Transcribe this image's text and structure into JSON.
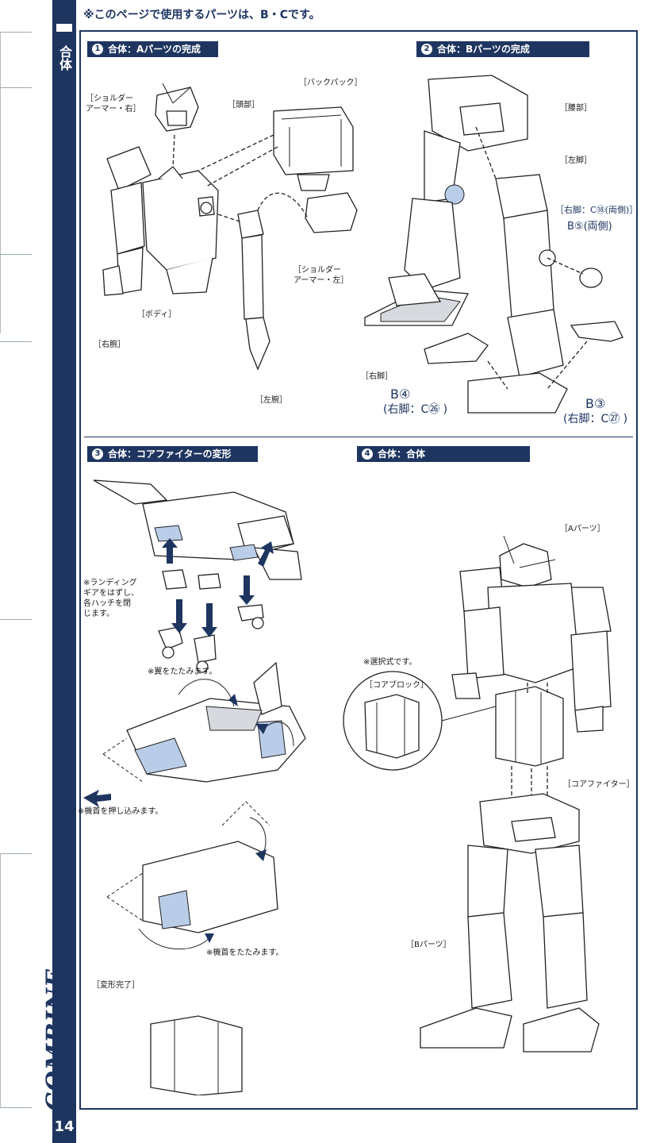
{
  "notice": "※このページで使用するパーツは、B・Cです。",
  "side_tag": "合体",
  "side_word": "COMBINE",
  "page_number": "14",
  "steps": [
    {
      "num": "1",
      "title": "合体：Aパーツの完成"
    },
    {
      "num": "2",
      "title": "合体：Bパーツの完成"
    },
    {
      "num": "3",
      "title": "合体：コアファイターの変形"
    },
    {
      "num": "4",
      "title": "合体：合体"
    }
  ],
  "step1_labels": {
    "shoulder_right": "［ショルダー\nアーマー・右］",
    "head": "［頭部］",
    "backpack": "［バックパック］",
    "shoulder_left": "［ショルダー\nアーマー・左］",
    "body": "［ボディ］",
    "right_arm": "［右腕］",
    "left_arm": "［左腕］"
  },
  "step2_labels": {
    "waist": "［腰部］",
    "left_leg": "［左脚］",
    "part_c18": "［右脚：C⑱(両側)］",
    "part_b5": "B⑤(両側)",
    "right_leg": "［右脚］",
    "part_b4": "B④",
    "part_b4_sub": "(右脚：C㉖ )",
    "part_b3": "B③",
    "part_b3_sub": "(右脚：C㉗ )"
  },
  "step3_labels": {
    "landing_note": "※ランディング\nギアをはずし、\n各ハッチを閉\nじます。",
    "wings_note": "※翼をたたみます。",
    "nose_push_note": "※機首を押し込みます。",
    "nose_fold_note": "※機首をたたみます。",
    "done": "［変形完了］"
  },
  "step4_labels": {
    "a_parts": "［Aパーツ］",
    "optional": "※選択式です。",
    "core_block": "［コアブロック］",
    "core_fighter": "［コアファイター］",
    "b_parts": "［Bパーツ］"
  }
}
